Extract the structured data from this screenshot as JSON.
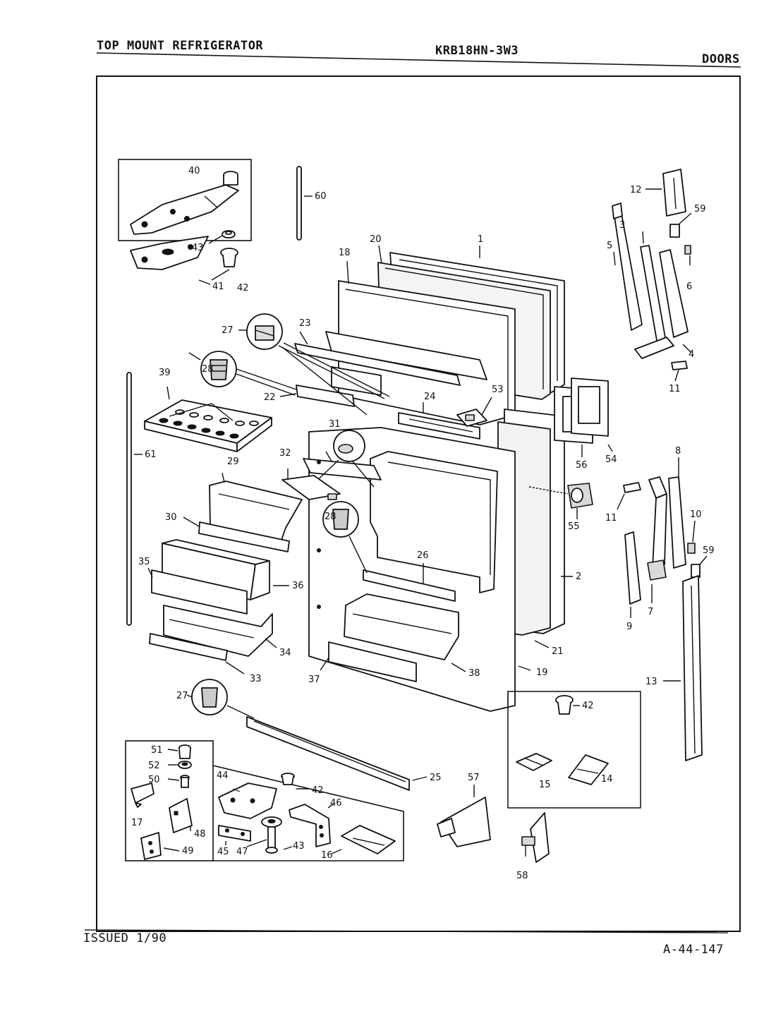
{
  "header": {
    "title": "TOP MOUNT REFRIGERATOR",
    "model": "KRB18HN-3W3",
    "section": "DOORS"
  },
  "footer": {
    "issued": "ISSUED 1/90",
    "code": "A-44-147"
  },
  "part_labels": {
    "p1": "1",
    "p2": "2",
    "p3": "3",
    "p4": "4",
    "p5": "5",
    "p6": "6",
    "p7": "7",
    "p8": "8",
    "p9": "9",
    "p10": "10",
    "p11a": "11",
    "p11b": "11",
    "p12": "12",
    "p13": "13",
    "p14": "14",
    "p15": "15",
    "p16": "16",
    "p17": "17",
    "p18": "18",
    "p19": "19",
    "p20": "20",
    "p21": "21",
    "p22": "22",
    "p23": "23",
    "p24": "24",
    "p25": "25",
    "p26": "26",
    "p27a": "27",
    "p27b": "27",
    "p28a": "28",
    "p28b": "28",
    "p29": "29",
    "p30": "30",
    "p31": "31",
    "p32": "32",
    "p33": "33",
    "p34": "34",
    "p35": "35",
    "p36": "36",
    "p37": "37",
    "p38": "38",
    "p39": "39",
    "p40": "40",
    "p41": "41",
    "p42a": "42",
    "p42b": "42",
    "p42c": "42",
    "p43a": "43",
    "p43b": "43",
    "p44": "44",
    "p45": "45",
    "p46": "46",
    "p47": "47",
    "p48": "48",
    "p49": "49",
    "p50": "50",
    "p51": "51",
    "p52": "52",
    "p53": "53",
    "p54": "54",
    "p55": "55",
    "p56": "56",
    "p57": "57",
    "p58": "58",
    "p59a": "59",
    "p59b": "59",
    "p60": "60",
    "p61": "61"
  }
}
